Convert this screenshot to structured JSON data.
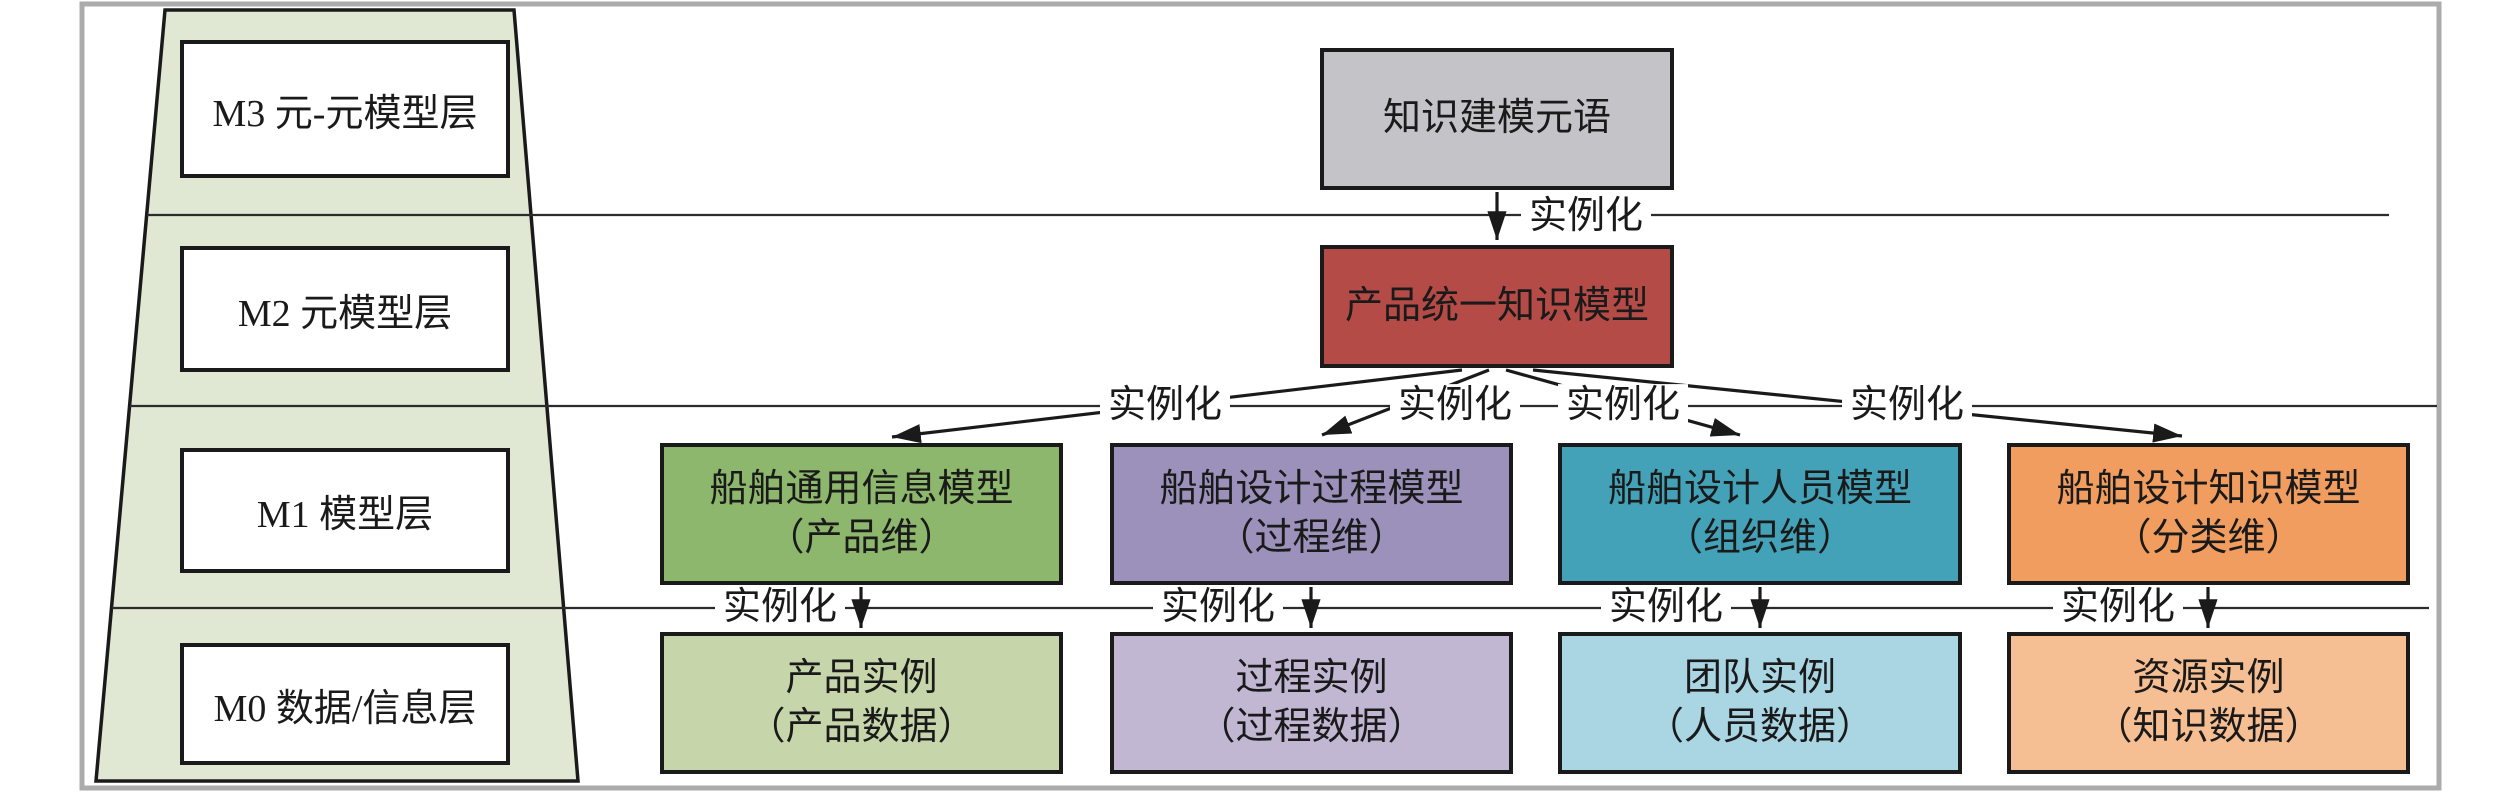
{
  "figure": {
    "pyramid": {
      "fill": "#e0e7d3",
      "layers": [
        {
          "label": "M3 元-元模型层"
        },
        {
          "label": "M2 元模型层"
        },
        {
          "label": "M1 模型层"
        },
        {
          "label": "M0 数据/信息层"
        }
      ]
    },
    "edge_label": "实例化",
    "top_box": {
      "label": "知识建模元语",
      "color": "#c4c4c8"
    },
    "model_box": {
      "label": "产品统一知识模型",
      "color": "#b54b47"
    },
    "m1_boxes": [
      {
        "line1": "船舶通用信息模型",
        "line2": "（产品维）",
        "color": "#8db76c"
      },
      {
        "line1": "船舶设计过程模型",
        "line2": "（过程维）",
        "color": "#9b91bb"
      },
      {
        "line1": "船舶设计人员模型",
        "line2": "（组织维）",
        "color": "#43a2b7"
      },
      {
        "line1": "船舶设计知识模型",
        "line2": "（分类维）",
        "color": "#f09d5f"
      }
    ],
    "m0_boxes": [
      {
        "line1": "产品实例",
        "line2": "（产品数据）",
        "color": "#c7d5aa"
      },
      {
        "line1": "过程实例",
        "line2": "（过程数据）",
        "color": "#c1b7d2"
      },
      {
        "line1": "团队实例",
        "line2": "（人员数据）",
        "color": "#aad5e3"
      },
      {
        "line1": "资源实例",
        "line2": "（知识数据）",
        "color": "#f6be93"
      }
    ],
    "colors": {
      "frame": "#ababab",
      "boundary_line": "#2b2b2b",
      "arrow": "#1a1a1a"
    }
  }
}
